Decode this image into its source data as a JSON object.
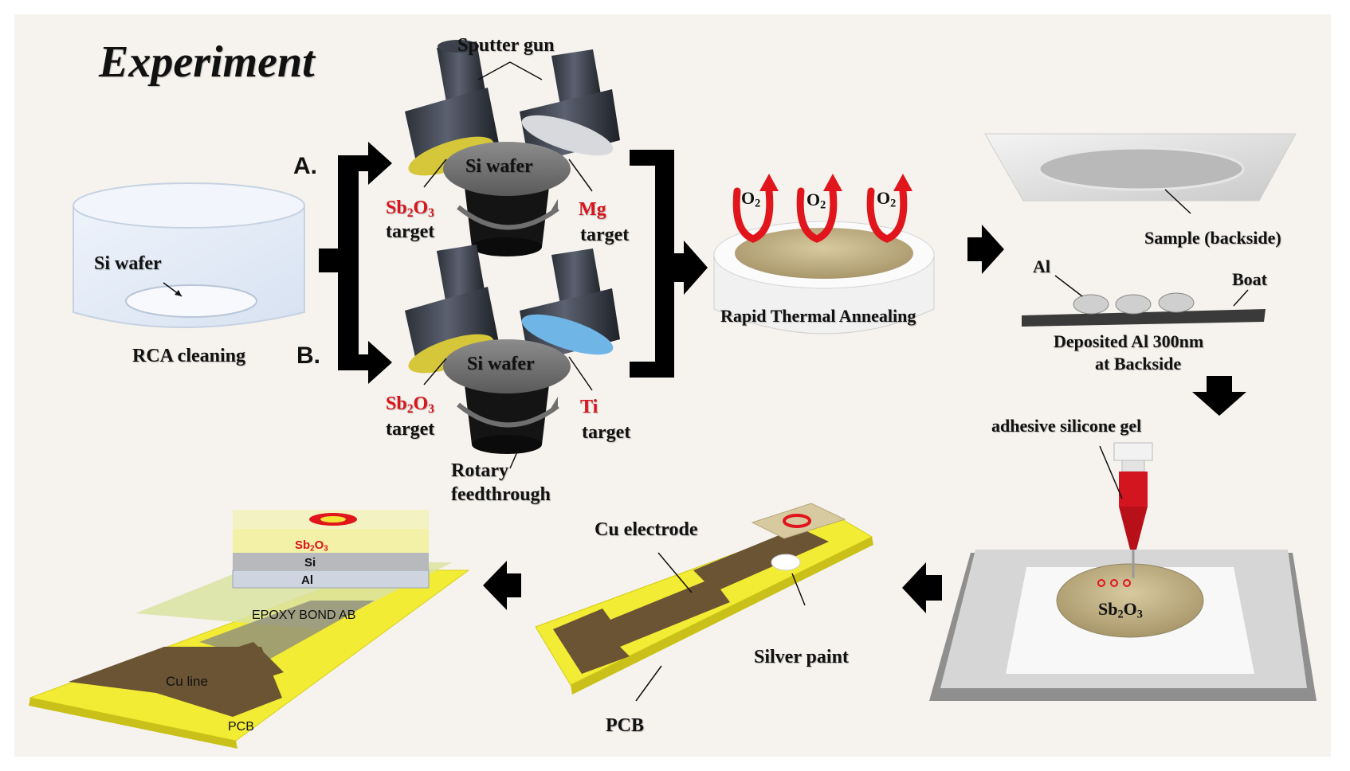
{
  "title": "Experiment",
  "step_a": "A.",
  "step_b": "B.",
  "rca": {
    "si_wafer": "Si wafer",
    "cleaning": "RCA cleaning"
  },
  "sputter": {
    "gun": "Sputter gun",
    "si_wafer_a": "Si wafer",
    "si_wafer_b": "Si wafer",
    "sb2o3": {
      "base": "Sb",
      "sub1": "2",
      "mid": "O",
      "sub2": "3"
    },
    "target": "target",
    "mg": "Mg",
    "ti": "Ti",
    "rotary_1": "Rotary",
    "rotary_2": "feedthrough"
  },
  "rta": {
    "label": "Rapid Thermal Annealing",
    "gas": {
      "base": "O",
      "sub": "2"
    }
  },
  "deposition": {
    "sample": "Sample (backside)",
    "al": "Al",
    "boat": "Boat",
    "line1": "Deposited Al 300nm",
    "line2": "at Backside"
  },
  "gel": {
    "adhesive": "adhesive silicone gel",
    "sb2o3": {
      "base": "Sb",
      "sub1": "2",
      "mid": "O",
      "sub2": "3"
    }
  },
  "electrode": {
    "cu_electrode": "Cu electrode",
    "silver_paint": "Silver paint",
    "pcb": "PCB"
  },
  "device": {
    "sb2o3": {
      "base": "Sb",
      "sub1": "2",
      "mid": "O",
      "sub2": "3"
    },
    "si": "Si",
    "al": "Al",
    "epoxy": "EPOXY BOND  AB",
    "cu_line": "Cu line",
    "pcb": "PCB"
  },
  "colors": {
    "background": "#f6f3ef",
    "accent_red": "#d9141b",
    "arrow": "#000000",
    "gold_film": "#c9b98a",
    "pcb_yellow": "#f3ec34",
    "copper": "#6b5433",
    "ti_glow": "#6fb6e6",
    "sb2o3_glow": "#e3d23a"
  }
}
